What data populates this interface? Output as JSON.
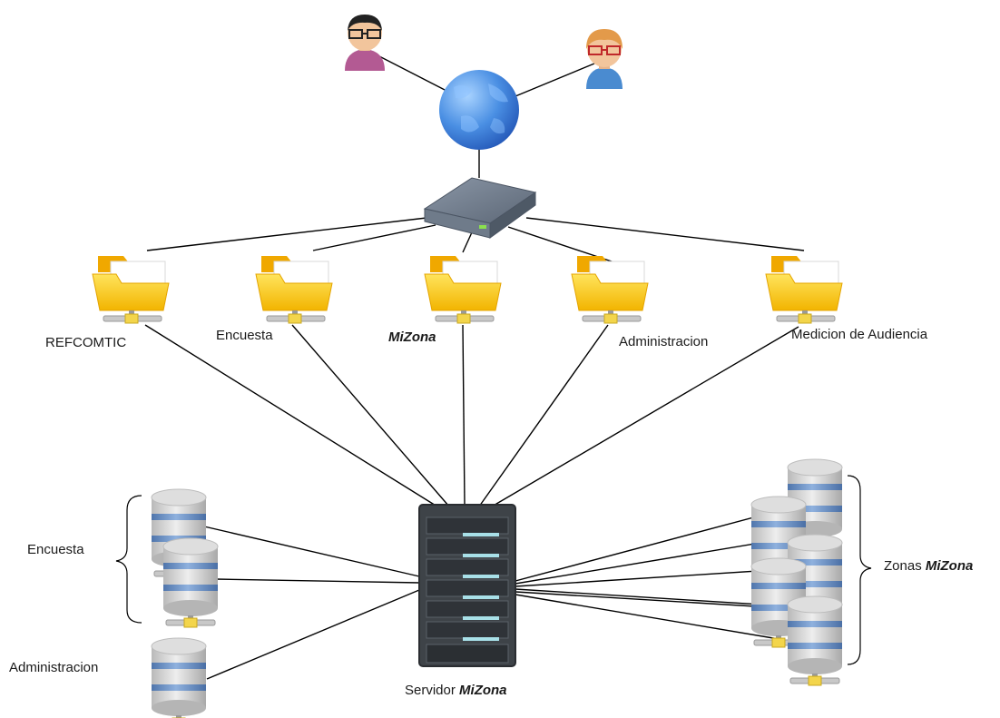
{
  "labels": {
    "folder_1": "REFCOMTIC",
    "folder_2": "Encuesta",
    "folder_3": "MiZona",
    "folder_4": "Administracion",
    "folder_5": "Medicion de Audiencia",
    "db_left_group": "Encuesta",
    "db_left_single": "Administracion",
    "server_prefix": "Servidor ",
    "server_name": "MiZona",
    "db_right_prefix": "Zonas ",
    "db_right_name": "MiZona"
  },
  "colors": {
    "folder_body": "#f7c21e",
    "folder_tab": "#f0a800",
    "paper": "#ffffff",
    "globe": "#3f86dd",
    "switch": "#5f6b7a",
    "server_rack": "#3e4348",
    "server_led": "#a8e0e8",
    "db_top": "#d6d6d6",
    "db_band": "#6e93c4",
    "connector": "#f3d54b",
    "line": "#000000"
  },
  "icons": {
    "user_1": "user-man-glasses-icon",
    "user_2": "user-woman-glasses-icon",
    "internet": "globe-icon",
    "switch": "network-switch-icon",
    "folder": "network-folder-icon",
    "server": "server-rack-icon",
    "database": "database-icon"
  }
}
